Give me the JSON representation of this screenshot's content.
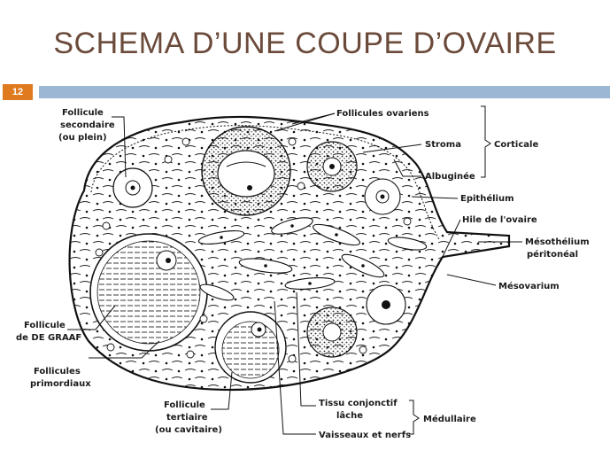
{
  "slide": {
    "title": "SCHEMA D’UNE COUPE D’OVAIRE",
    "number": "12"
  },
  "colors": {
    "title": "#6b4a3a",
    "badge": "#e07a1f",
    "bar": "#9bb7d4"
  },
  "labels": {
    "follicule_secondaire": [
      "Follicule",
      "secondaire",
      "(ou plein)"
    ],
    "follicules_ovariens": "Follicules ovariens",
    "stroma": "Stroma",
    "corticale": "Corticale",
    "albuginee": "Albuginée",
    "epithelium": "Epithélium",
    "hile": "Hile de l'ovaire",
    "mesothelium": [
      "Mésothélium",
      "péritonéal"
    ],
    "mesovarium": "Mésovarium",
    "follicule_graaf": [
      "Follicule",
      "de DE GRAAF"
    ],
    "follicules_primordiaux": [
      "Follicules",
      "primordiaux"
    ],
    "follicule_tertiaire": [
      "Follicule",
      "tertiaire",
      "(ou cavitaire)"
    ],
    "tissu": [
      "Tissu conjonctif",
      "lâche"
    ],
    "medullaire": "Médullaire",
    "vaisseaux": "Vaisseaux et nerfs"
  }
}
